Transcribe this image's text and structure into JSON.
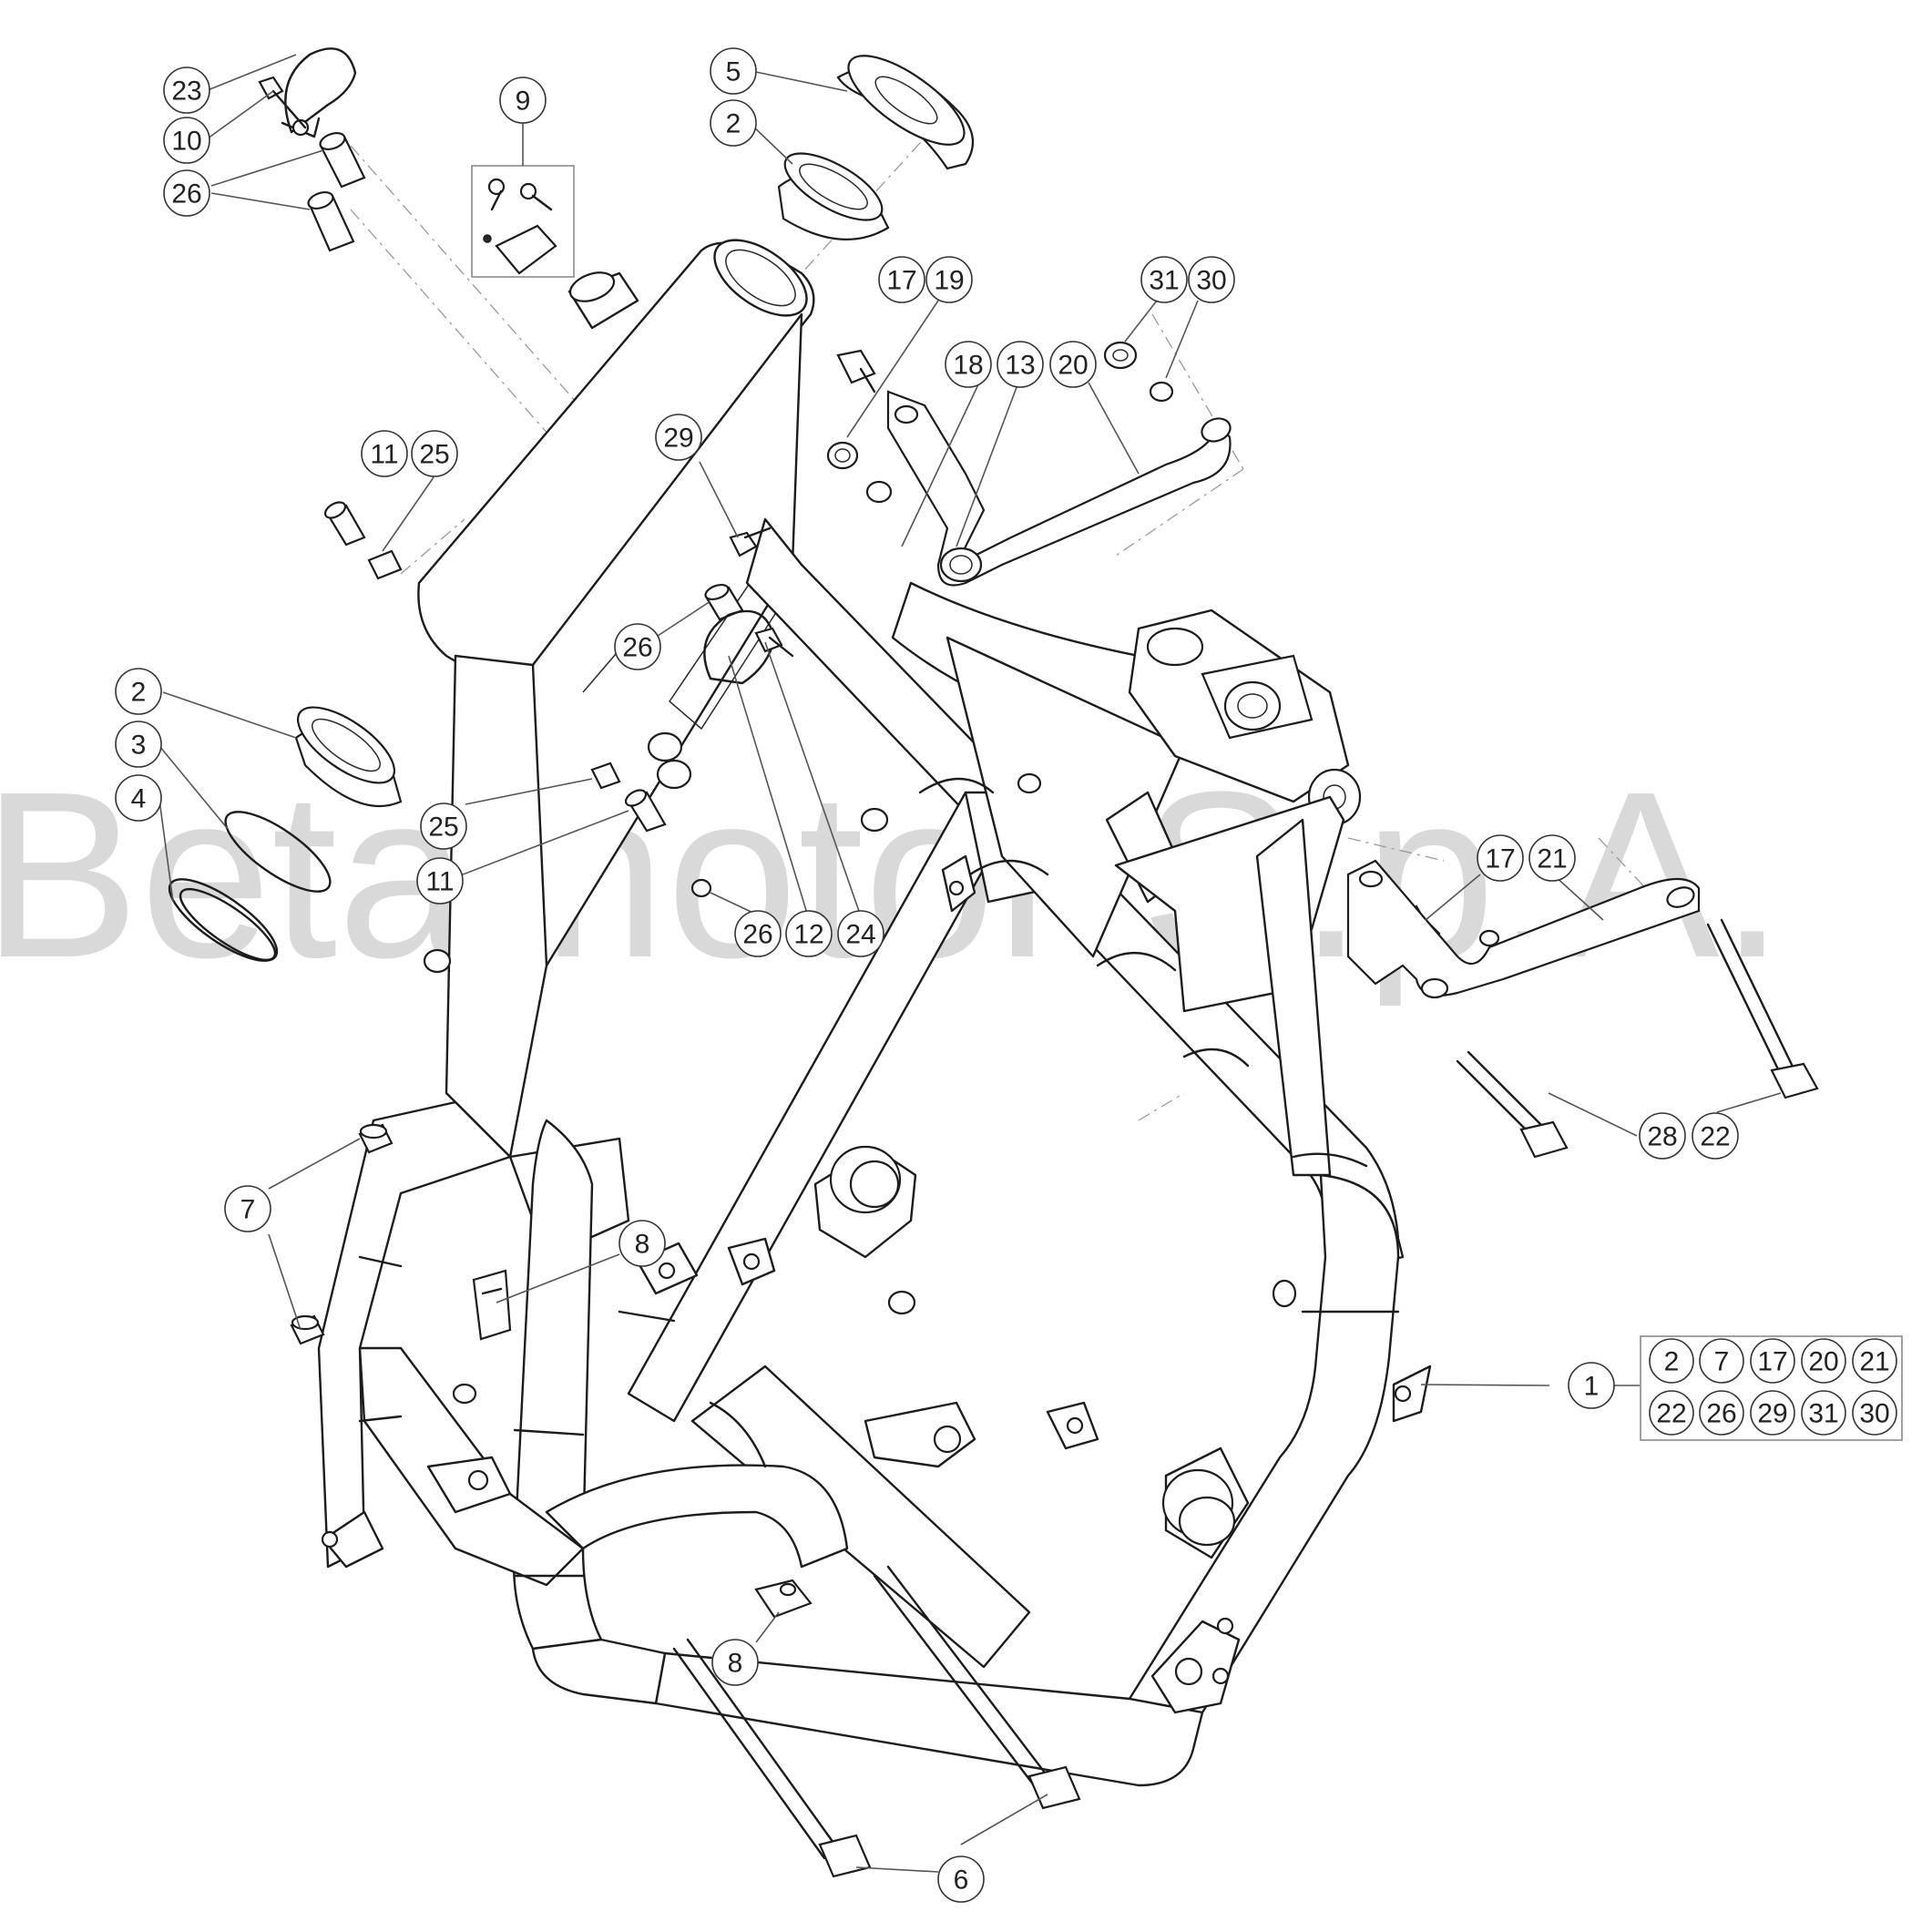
{
  "watermark": "Betamotor S.p.A.",
  "callouts": [
    {
      "id": "c23",
      "label": "23"
    },
    {
      "id": "c10",
      "label": "10"
    },
    {
      "id": "c26a",
      "label": "26"
    },
    {
      "id": "c9",
      "label": "9"
    },
    {
      "id": "c5",
      "label": "5"
    },
    {
      "id": "c2a",
      "label": "2"
    },
    {
      "id": "c17a",
      "label": "17"
    },
    {
      "id": "c19",
      "label": "19"
    },
    {
      "id": "c31",
      "label": "31"
    },
    {
      "id": "c30",
      "label": "30"
    },
    {
      "id": "c18",
      "label": "18"
    },
    {
      "id": "c13",
      "label": "13"
    },
    {
      "id": "c20",
      "label": "20"
    },
    {
      "id": "c29",
      "label": "29"
    },
    {
      "id": "c11a",
      "label": "11"
    },
    {
      "id": "c25a",
      "label": "25"
    },
    {
      "id": "c26b",
      "label": "26"
    },
    {
      "id": "c2b",
      "label": "2"
    },
    {
      "id": "c3",
      "label": "3"
    },
    {
      "id": "c4",
      "label": "4"
    },
    {
      "id": "c25b",
      "label": "25"
    },
    {
      "id": "c11b",
      "label": "11"
    },
    {
      "id": "c26c",
      "label": "26"
    },
    {
      "id": "c12",
      "label": "12"
    },
    {
      "id": "c24",
      "label": "24"
    },
    {
      "id": "c17b",
      "label": "17"
    },
    {
      "id": "c21",
      "label": "21"
    },
    {
      "id": "c28",
      "label": "28"
    },
    {
      "id": "c22",
      "label": "22"
    },
    {
      "id": "c7",
      "label": "7"
    },
    {
      "id": "c8a",
      "label": "8"
    },
    {
      "id": "c1",
      "label": "1"
    },
    {
      "id": "c8b",
      "label": "8"
    },
    {
      "id": "c6",
      "label": "6"
    }
  ],
  "kit": {
    "part": "1",
    "includes": [
      "2",
      "7",
      "17",
      "20",
      "21",
      "22",
      "26",
      "29",
      "31",
      "30"
    ]
  }
}
